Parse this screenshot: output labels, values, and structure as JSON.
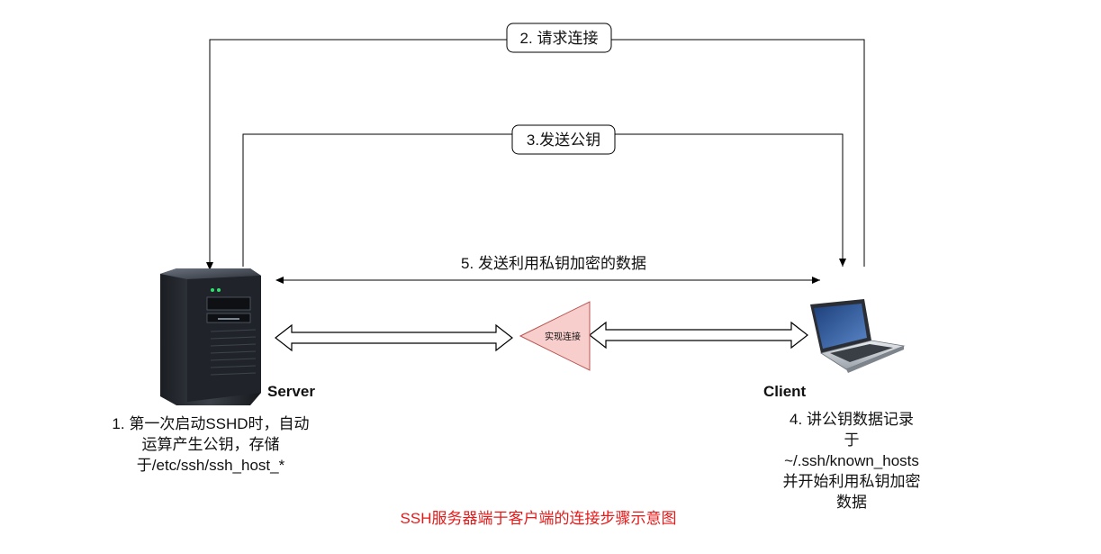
{
  "diagram": {
    "edges": {
      "request": "2. 请求连接",
      "send_public_key": "3.发送公钥",
      "encrypted_data": "5. 发送利用私钥加密的数据"
    },
    "nodes": {
      "server": "Server",
      "client": "Client",
      "connection": "实现连接"
    },
    "notes": {
      "server": [
        "1. 第一次启动SSHD时，自动",
        "运算产生公钥，存储",
        "于/etc/ssh/ssh_host_*"
      ],
      "client": [
        "4. 讲公钥数据记录",
        "于",
        "~/.ssh/known_hosts",
        "并开始利用私钥加密",
        "数据"
      ]
    },
    "caption": "SSH服务器端于客户端的连接步骤示意图"
  },
  "colors": {
    "triangle_fill": "#f8cecc",
    "triangle_stroke": "#b85450",
    "caption": "#e31a1a"
  }
}
